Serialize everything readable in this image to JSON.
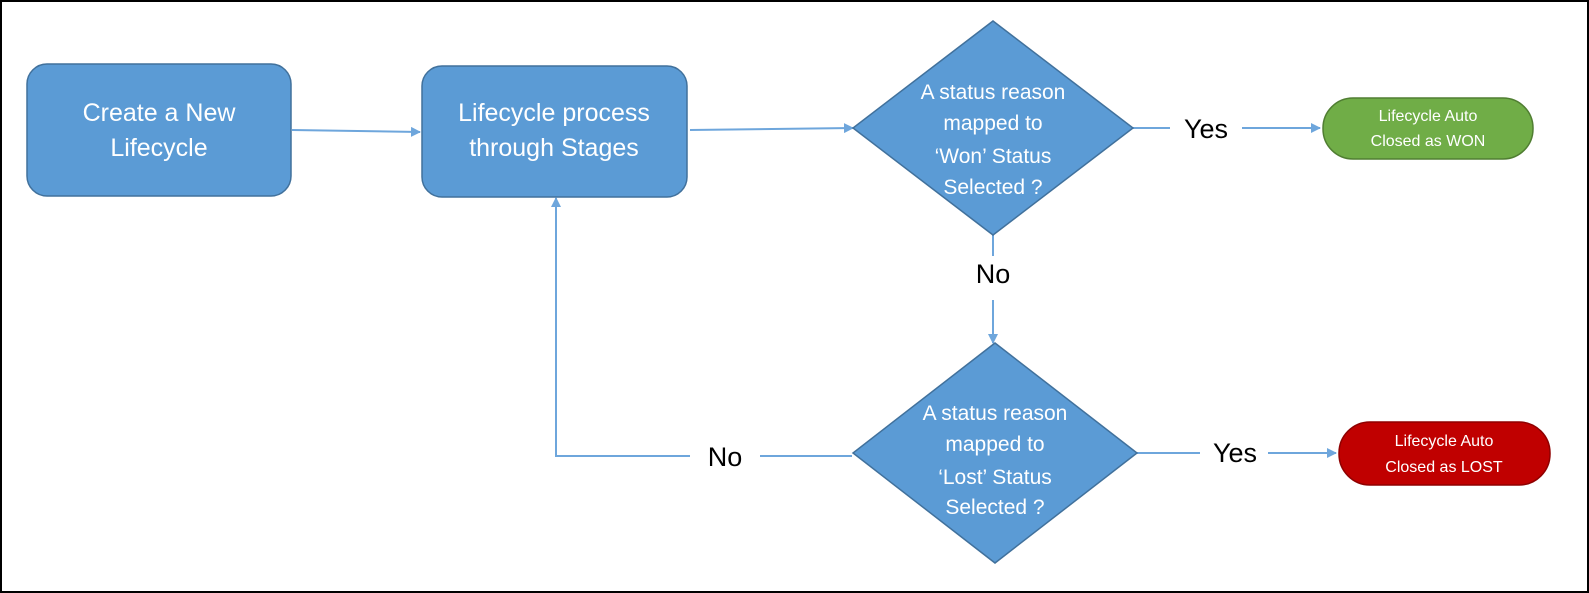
{
  "diagram": {
    "nodes": {
      "create": {
        "lines": [
          "Create a New",
          "Lifecycle"
        ]
      },
      "process": {
        "lines": [
          "Lifecycle process",
          "through Stages"
        ]
      },
      "won_check": {
        "lines": [
          "A status reason",
          "mapped to",
          "‘Won’ Status",
          "Selected ?"
        ]
      },
      "lost_check": {
        "lines": [
          "A status reason",
          "mapped to",
          "‘Lost’ Status",
          "Selected ?"
        ]
      },
      "won_result": {
        "lines": [
          "Lifecycle Auto",
          "Closed as WON"
        ]
      },
      "lost_result": {
        "lines": [
          "Lifecycle Auto",
          "Closed as LOST"
        ]
      }
    },
    "edges": {
      "won_yes": "Yes",
      "won_no": "No",
      "lost_yes": "Yes",
      "lost_no": "No"
    },
    "colors": {
      "box_fill": "#5b9bd5",
      "box_stroke": "#41719c",
      "connector": "#6ea6dc",
      "won_fill": "#70ad47",
      "won_stroke": "#507e32",
      "lost_fill": "#c00000",
      "lost_stroke": "#8f0000"
    }
  }
}
